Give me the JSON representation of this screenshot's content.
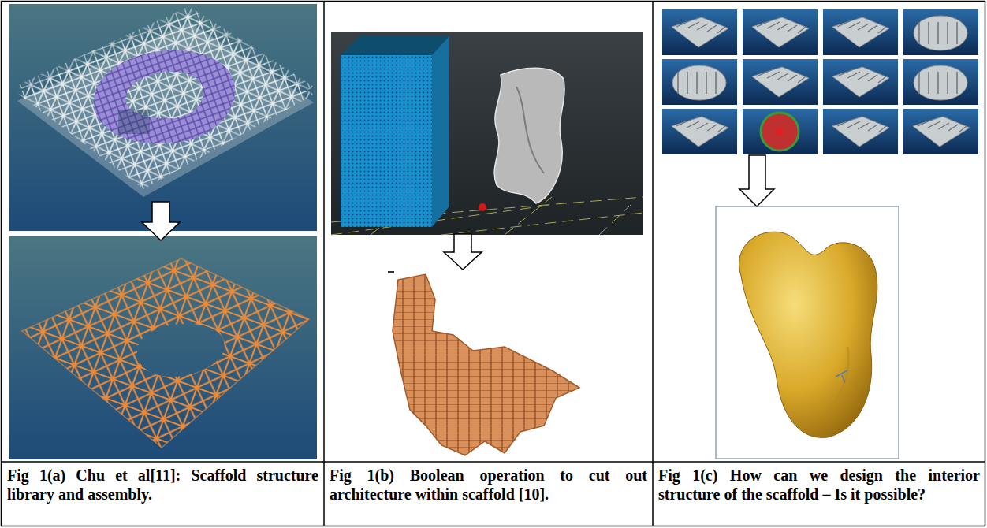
{
  "diagram": {
    "nodes": [
      {
        "text": [
          "Fig 1(a) Chu et al[11]: Scaffold structure library and assembly."
        ]
      },
      {
        "text": [
          "Fig 1(b) Boolean operation to cut out architecture within scaffold [10]."
        ]
      },
      {
        "text": [
          "Fig 1(c) How can we design the interior structure of the scaffold – Is it possible?"
        ]
      }
    ]
  }
}
